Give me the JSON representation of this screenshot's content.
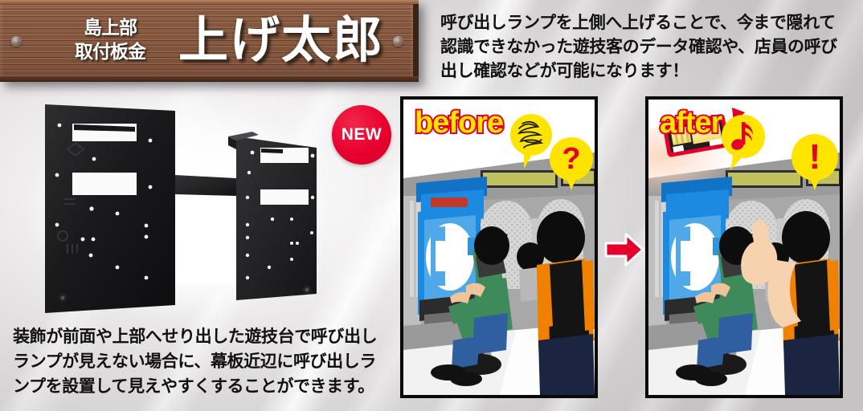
{
  "banner": {
    "subtitle": "島上部\n取付板金",
    "title": "上げ太郎",
    "screw_left": "screw-head",
    "screw_right": "screw-head"
  },
  "description": "呼び出しランプを上側へ上げることで、今まで隠れて認識できなかった遊技客のデータ確認や、店員の呼び出し確認などが可能になります！",
  "caption": "装飾が前面や上部へせり出した遊技台で呼び出しランプが見えない場合に、幕板近辺に呼び出しランプを設置して見えやすくすることができます。",
  "new_badge": {
    "label": "NEW",
    "color": "#e0002b"
  },
  "product": {
    "name": "black-sheet-metal-mounting-plate"
  },
  "arrow": {
    "name": "red-right-arrow",
    "color": "#e4002b"
  },
  "panels": [
    {
      "id": "before",
      "label": "before",
      "label_fill": "#ffe400",
      "label_stroke": "#e4002b",
      "balloons": [
        {
          "name": "question-balloon",
          "glyph": "?",
          "color": "#ffe400",
          "glyph_color": "#e4002b"
        },
        {
          "name": "confusion-scribble-balloon",
          "glyph": "",
          "color": "#ffe400",
          "glyph_color": "#1a1a1a"
        }
      ],
      "lamp_visible": false
    },
    {
      "id": "after",
      "label": "after",
      "label_fill": "#ffe400",
      "label_stroke": "#e4002b",
      "balloons": [
        {
          "name": "exclamation-balloon",
          "glyph": "!",
          "color": "#ffe400",
          "glyph_color": "#e4002b"
        },
        {
          "name": "music-note-balloon",
          "glyph": "♪",
          "color": "#ffe400",
          "glyph_color": "#e4002b"
        }
      ],
      "lamp_visible": true,
      "lamp_name": "call-lamp-device"
    }
  ],
  "colors": {
    "wood": "#85573c",
    "accent_red": "#e4002b",
    "accent_yellow": "#ffe400",
    "machine_blue": "#1b7fd4",
    "staff_orange": "#f08100",
    "player_green": "#3f8a5a"
  }
}
